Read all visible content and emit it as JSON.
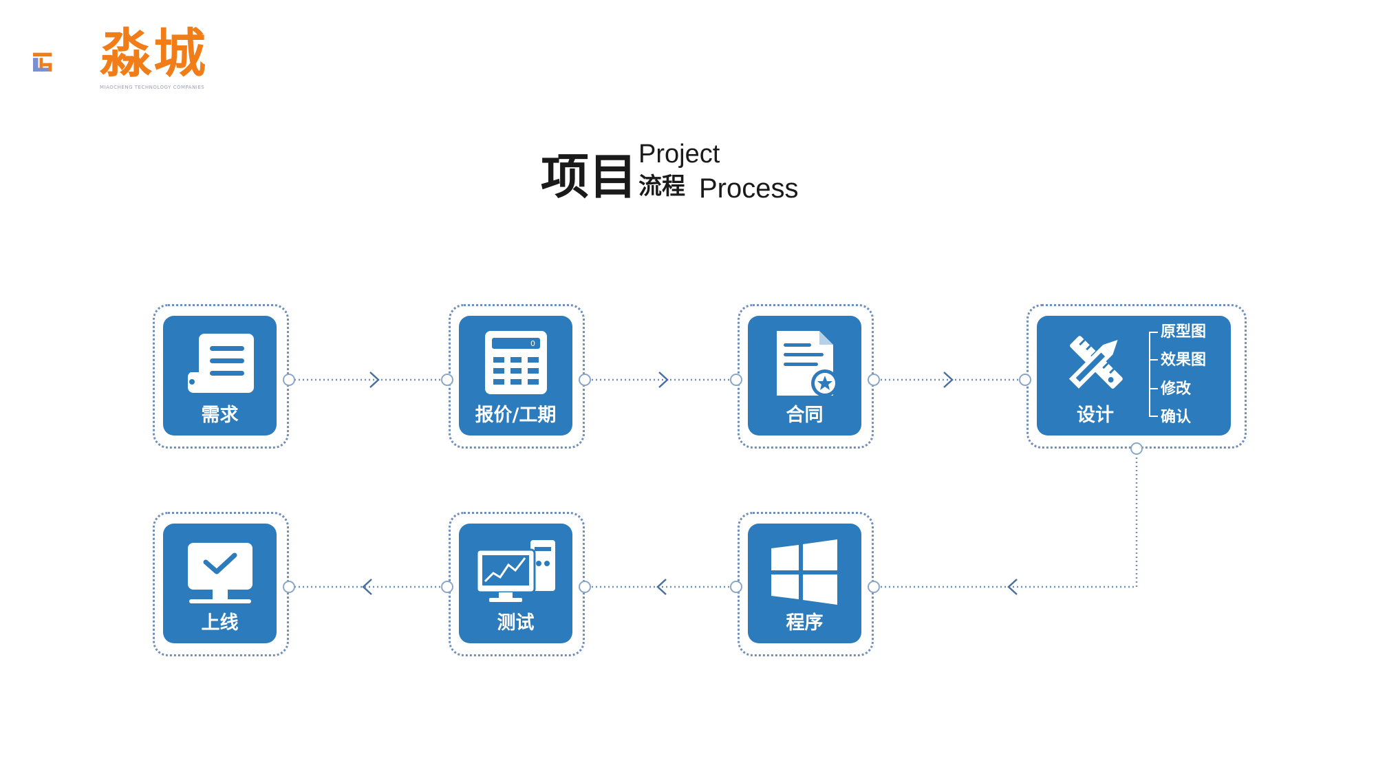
{
  "logo": {
    "name": "淼城",
    "subtitle": "MIAOCHENG TECHNOLOGY COMPANIES",
    "orange": "#f07d18",
    "blue": "#7b8fcf"
  },
  "title": {
    "cn_big": "项目",
    "en_line1": "Project",
    "cn_small": "流程",
    "en_line2": "Process"
  },
  "colors": {
    "tile": "#2b7bbd",
    "connector": "#6f8fb8"
  },
  "steps": [
    {
      "label": "需求",
      "icon": "document-roll-icon"
    },
    {
      "label": "报价/工期",
      "icon": "calculator-icon"
    },
    {
      "label": "合同",
      "icon": "contract-seal-icon"
    },
    {
      "label": "设计",
      "icon": "pencil-ruler-icon",
      "sub_items": [
        "原型图",
        "效果图",
        "修改",
        "确认"
      ]
    },
    {
      "label": "程序",
      "icon": "windows-logo-icon"
    },
    {
      "label": "测试",
      "icon": "computer-chart-icon"
    },
    {
      "label": "上线",
      "icon": "monitor-check-icon"
    }
  ]
}
